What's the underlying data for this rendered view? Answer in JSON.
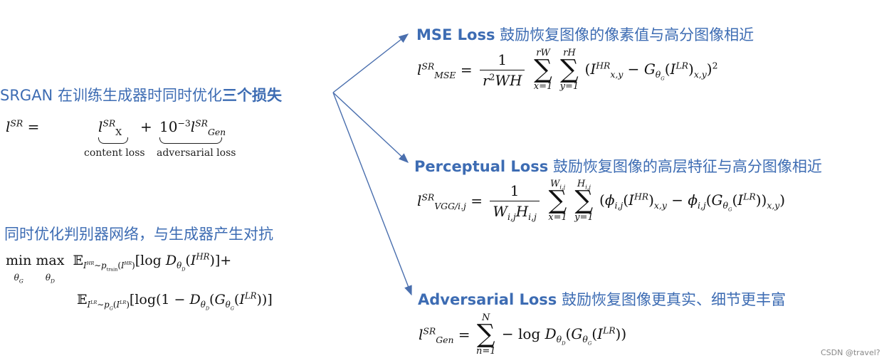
{
  "left": {
    "title_prefix": "SRGAN 在训练生成器时同时优化",
    "title_bold": "三个损失",
    "content_loss_label": "content loss",
    "adversarial_loss_label": "adversarial loss",
    "discriminator_title": "同时优化判别器网络，与生成器产生对抗"
  },
  "right": {
    "mse": {
      "en": "MSE Loss",
      "cn": " 鼓励恢复图像的像素值与高分图像相近"
    },
    "perceptual": {
      "en": "Perceptual Loss",
      "cn": " 鼓励恢复图像的高层特征与高分图像相近"
    },
    "adversarial": {
      "en": "Adversarial Loss",
      "cn": " 鼓励恢复图像更真实、细节更丰富"
    }
  },
  "watermark": "CSDN @travel?",
  "colors": {
    "accent": "#3d6cb3",
    "arrow": "#4a6fae"
  }
}
